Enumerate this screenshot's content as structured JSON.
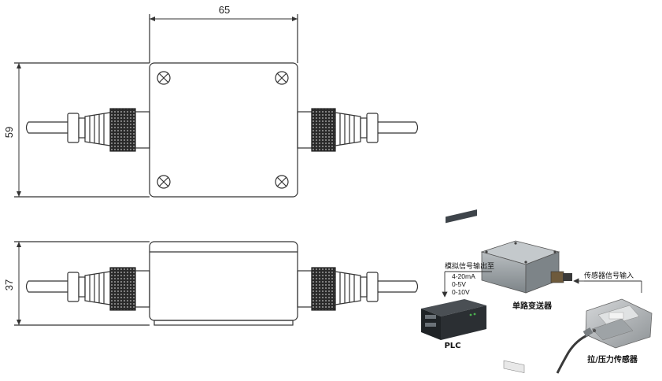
{
  "dimensions": {
    "width": "65",
    "height_top": "59",
    "height_side": "37"
  },
  "wiring": {
    "analog_output_label": "模拟信号输出至",
    "signal_options": [
      "4-20mA",
      "0-5V",
      "0-10V"
    ],
    "plc_label": "PLC",
    "transmitter_label": "单路变送器",
    "sensor_input_label": "传感器信号输入",
    "sensor_label": "拉/压力传感器"
  },
  "colors": {
    "line": "#333333",
    "connector_dark": "#222222",
    "plc_body": "#2b2f33",
    "transmitter_body": "#8f9699",
    "sensor_body": "#a9adb0",
    "arrow": "#333333"
  }
}
